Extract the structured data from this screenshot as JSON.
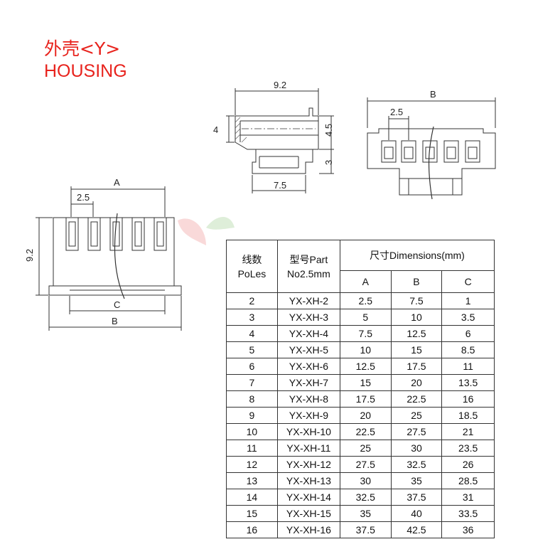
{
  "title": {
    "cn": "外壳<Y>",
    "en": "HOUSING"
  },
  "top_view": {
    "dim_width": "9.2",
    "dim_height_left": "4",
    "dim_height_right_a": "4.5",
    "dim_height_right_b": "3",
    "dim_bottom": "7.5"
  },
  "front_view": {
    "dim_b": "B",
    "dim_pitch": "2.5"
  },
  "left_view": {
    "dim_a": "A",
    "dim_pitch": "2.5",
    "dim_height": "9.2",
    "dim_c": "C",
    "dim_b": "B"
  },
  "table": {
    "headers": {
      "poles_cn": "线数",
      "poles_en": "PoLes",
      "part_cn": "型号Part",
      "part_en": "No2.5mm",
      "dims": "尺寸Dimensions(mm)",
      "a": "A",
      "b": "B",
      "c": "C"
    },
    "rows": [
      [
        "2",
        "YX-XH-2",
        "2.5",
        "7.5",
        "1"
      ],
      [
        "3",
        "YX-XH-3",
        "5",
        "10",
        "3.5"
      ],
      [
        "4",
        "YX-XH-4",
        "7.5",
        "12.5",
        "6"
      ],
      [
        "5",
        "YX-XH-5",
        "10",
        "15",
        "8.5"
      ],
      [
        "6",
        "YX-XH-6",
        "12.5",
        "17.5",
        "11"
      ],
      [
        "7",
        "YX-XH-7",
        "15",
        "20",
        "13.5"
      ],
      [
        "8",
        "YX-XH-8",
        "17.5",
        "22.5",
        "16"
      ],
      [
        "9",
        "YX-XH-9",
        "20",
        "25",
        "18.5"
      ],
      [
        "10",
        "YX-XH-10",
        "22.5",
        "27.5",
        "21"
      ],
      [
        "11",
        "YX-XH-11",
        "25",
        "30",
        "23.5"
      ],
      [
        "12",
        "YX-XH-12",
        "27.5",
        "32.5",
        "26"
      ],
      [
        "13",
        "YX-XH-13",
        "30",
        "35",
        "28.5"
      ],
      [
        "14",
        "YX-XH-14",
        "32.5",
        "37.5",
        "31"
      ],
      [
        "15",
        "YX-XH-15",
        "35",
        "40",
        "33.5"
      ],
      [
        "16",
        "YX-XH-16",
        "37.5",
        "42.5",
        "36"
      ]
    ]
  }
}
